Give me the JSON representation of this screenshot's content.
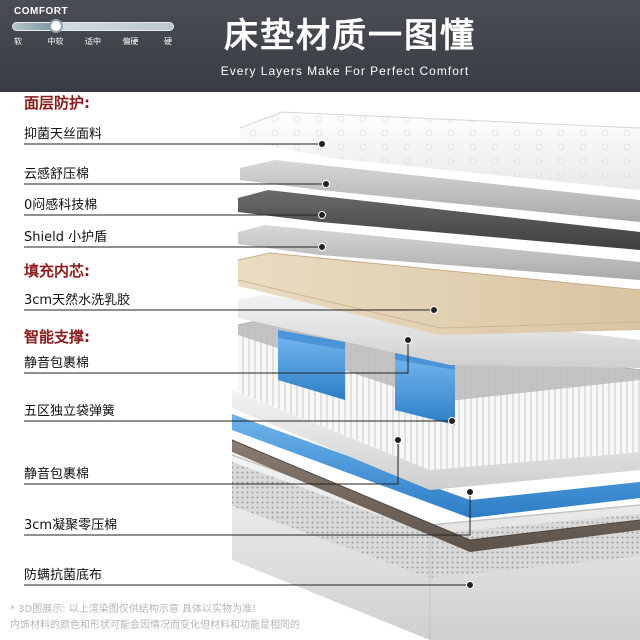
{
  "header": {
    "comfort": {
      "title": "COMFORT",
      "levels": [
        "软",
        "中软",
        "适中",
        "偏硬",
        "硬"
      ],
      "selected_level": "中软",
      "level_value_fraction": 0.25
    },
    "title": "床垫材质一图懂",
    "subtitle": "Every Layers Make For Perfect Comfort"
  },
  "sections": [
    {
      "title": "面层防护:",
      "layers": [
        "抑菌天丝面料",
        "云感舒压棉",
        "0闷感科技棉",
        "Shield 小护盾"
      ]
    },
    {
      "title": "填充内芯:",
      "layers": [
        "3cm天然水洗乳胶"
      ]
    },
    {
      "title": "智能支撑:",
      "layers": [
        "静音包裹棉",
        "五区独立袋弹簧",
        "静音包裹棉",
        "3cm凝聚零压棉",
        "防螨抗菌底布"
      ]
    }
  ],
  "footnote": {
    "line1": "* 3D图展示: 以上渲染图仅供结构示意 具体以实物为准!",
    "line2": "内饰材料的颜色和形状可能会因情况而变化但材料和功能是相同的"
  },
  "colors": {
    "header_bg": "#42444b",
    "section_title": "#8c1c1c",
    "spring_blue": "#3f8fd6",
    "latex": "#e4d3b6",
    "brown_layer": "#6e625a",
    "dark_foam": "#5a5a5a"
  }
}
